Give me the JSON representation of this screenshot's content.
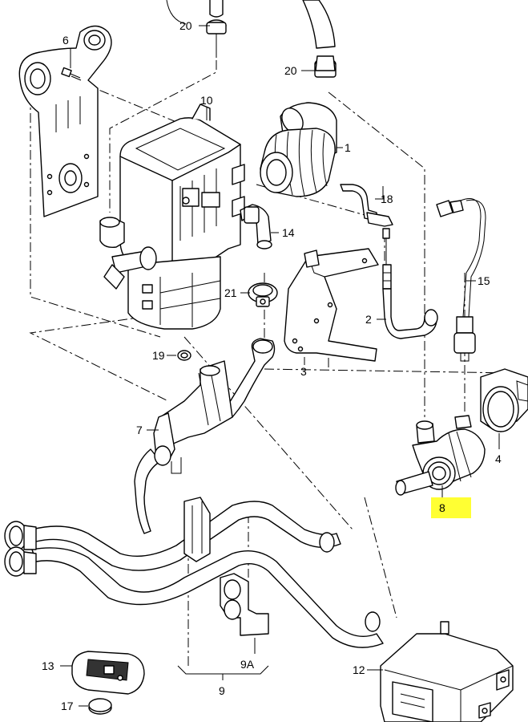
{
  "labels": {
    "l1": "1",
    "l2": "2",
    "l3": "3",
    "l4": "4",
    "l6": "6",
    "l7": "7",
    "l8": "8",
    "l9": "9",
    "l9a": "9A",
    "l10": "10",
    "l12": "12",
    "l13": "13",
    "l14": "14",
    "l15": "15",
    "l17": "17",
    "l18": "18",
    "l19": "19",
    "l20a": "20",
    "l20b": "20",
    "l21": "21"
  },
  "highlight_color": "#ffff33"
}
